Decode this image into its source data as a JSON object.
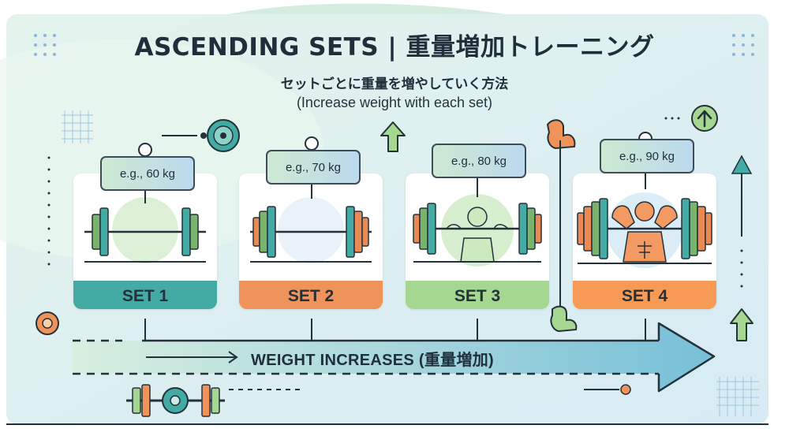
{
  "header": {
    "title": "ASCENDING SETS | 重量増加トレーニング",
    "subtitle_jp": "セットごとに重量を増やしていく方法",
    "subtitle_en": "(Increase weight with each set)"
  },
  "sets": [
    {
      "label": "SET 1",
      "weight": "e.g., 60 kg",
      "band_color": "#43aba4",
      "plate_color": "#7ab36b",
      "figure": "none"
    },
    {
      "label": "SET 2",
      "weight": "e.g., 70 kg",
      "band_color": "#f0935a",
      "plate_color": "#e98a55",
      "figure": "none"
    },
    {
      "label": "SET 3",
      "weight": "e.g., 80 kg",
      "band_color": "#a6d790",
      "plate_color": "#7ab36b",
      "figure": "person"
    },
    {
      "label": "SET 4",
      "weight": "e.g., 90 kg",
      "band_color": "#f69a55",
      "plate_color": "#e98a55",
      "figure": "muscular"
    }
  ],
  "progress_arrow": {
    "label": "WEIGHT INCREASES (重量増加)"
  },
  "colors": {
    "teal": "#43aba4",
    "orange": "#f0935a",
    "green": "#a6d790",
    "dark": "#24313b"
  },
  "icons": [
    "weight-plate-icon",
    "up-arrow-icon",
    "flexed-arm-icon",
    "circled-up-arrow-icon",
    "barbell-icon"
  ]
}
